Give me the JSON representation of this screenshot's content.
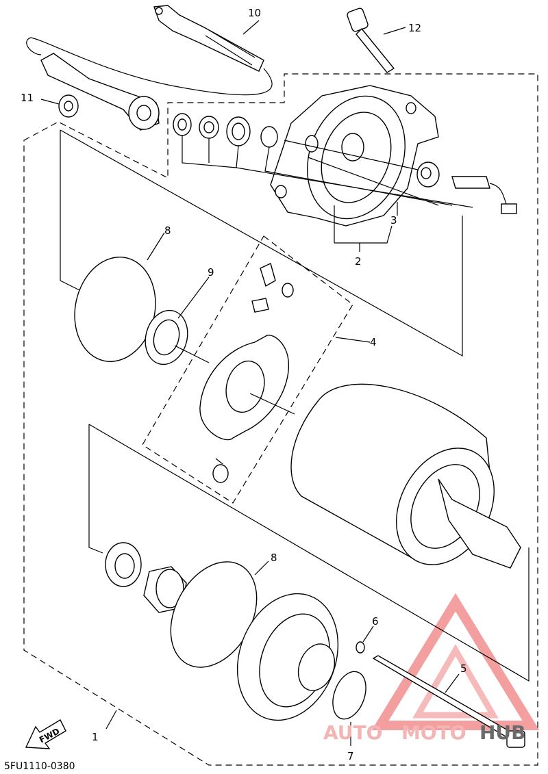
{
  "diagram": {
    "code": "5FU1110-0380",
    "fwd_label": "FWD",
    "watermark": {
      "auto": "AUTO",
      "moto": "MOTO",
      "hub": "HUB",
      "brand_color": "#f08080",
      "hub_color": "#555555"
    },
    "callouts": [
      "1",
      "2",
      "3",
      "4",
      "5",
      "6",
      "7",
      "8",
      "8",
      "9",
      "10",
      "11",
      "12"
    ]
  }
}
